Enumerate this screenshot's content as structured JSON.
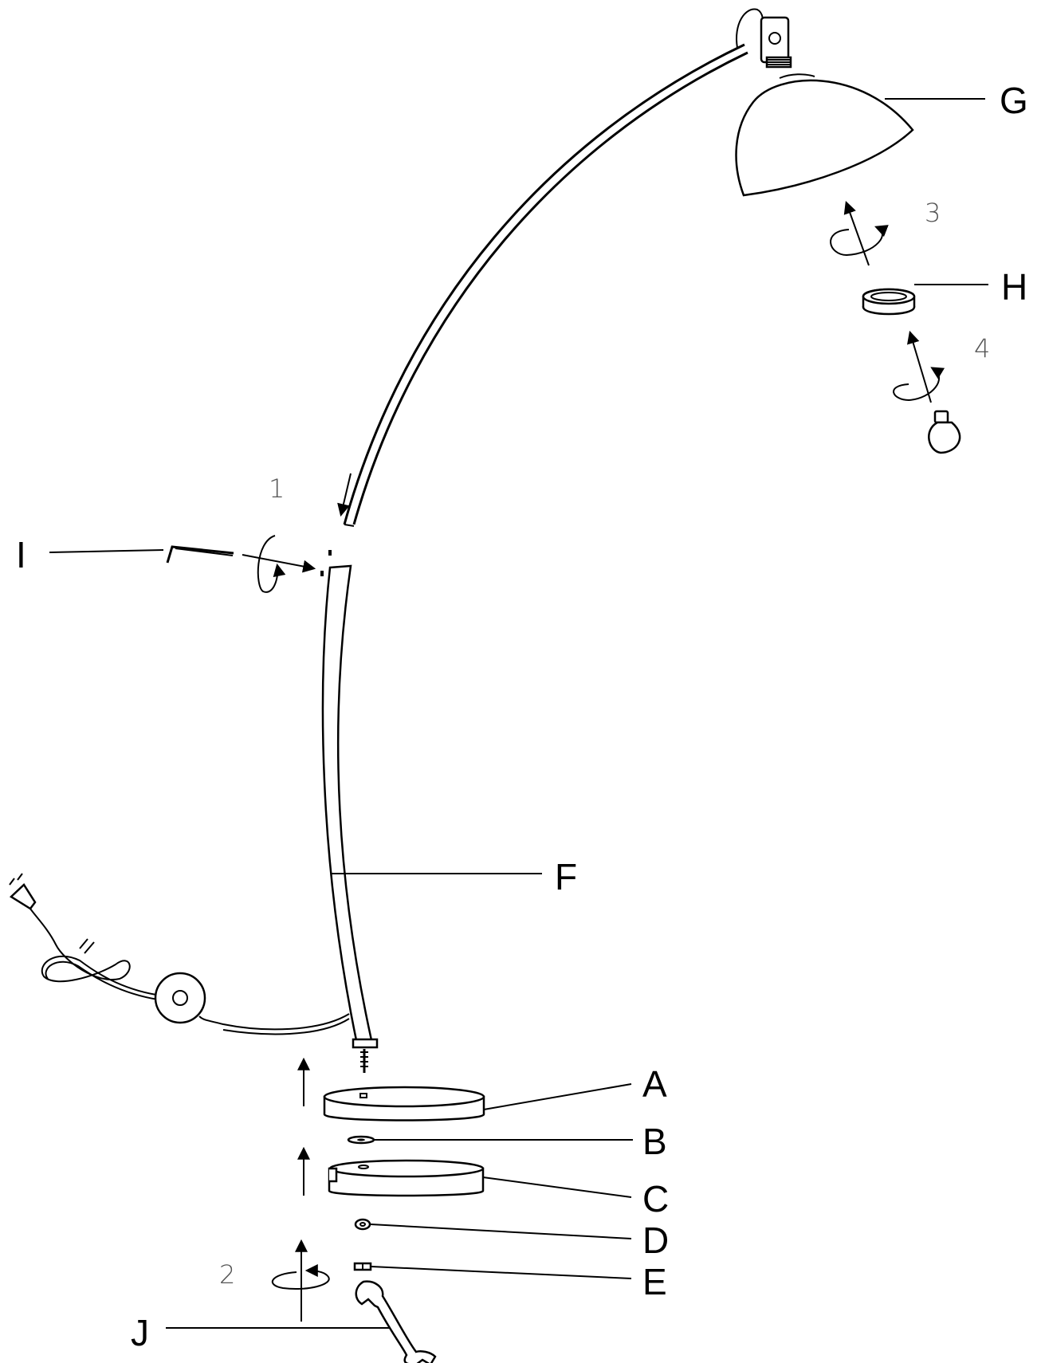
{
  "part_labels": {
    "A": "A",
    "B": "B",
    "C": "C",
    "D": "D",
    "E": "E",
    "F": "F",
    "G": "G",
    "H": "H",
    "I": "I",
    "J": "J"
  },
  "step_labels": {
    "step1": "1",
    "step2": "2",
    "step3": "3",
    "step4": "4"
  },
  "icons": [
    "plug-icon",
    "cable-icon",
    "foot-switch-icon",
    "hex-key-icon",
    "wrench-icon",
    "light-bulb-icon",
    "rotation-arrow-icon",
    "up-arrow-icon"
  ],
  "colors": {
    "line": "#000000",
    "step_text": "#555555",
    "background": "#ffffff"
  }
}
